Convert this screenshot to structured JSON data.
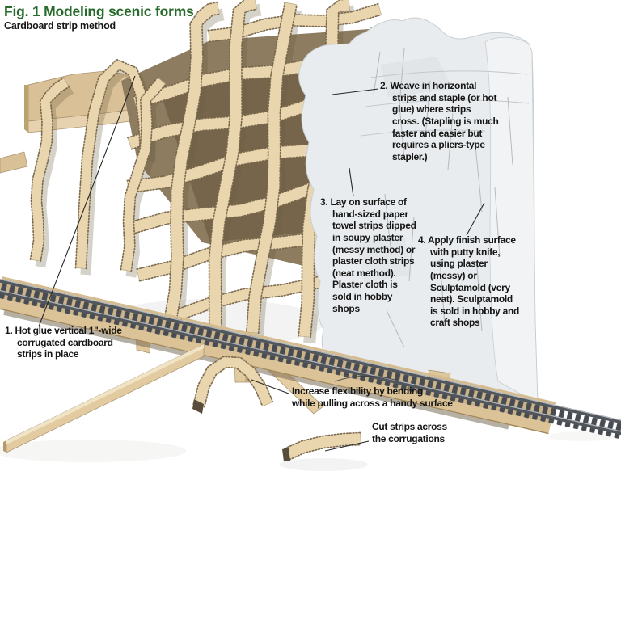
{
  "figure": {
    "title": "Fig. 1 Modeling scenic forms",
    "subtitle": "Cardboard strip method"
  },
  "annotations": {
    "step1": {
      "lines": [
        "1. Hot glue vertical 1\"-wide",
        "corrugated cardboard",
        "strips in place"
      ]
    },
    "step2": {
      "lines": [
        "2. Weave in horizontal",
        "strips and staple (or hot",
        "glue) where strips",
        "cross. (Stapling is much",
        "faster and easier but",
        "requires a pliers-type",
        "stapler.)"
      ]
    },
    "step3": {
      "lines": [
        "3. Lay on surface of",
        "hand-sized paper",
        "towel strips dipped",
        "in soupy plaster",
        "(messy method) or",
        "plaster cloth strips",
        "(neat method).",
        "Plaster cloth is",
        "sold in hobby",
        "shops"
      ]
    },
    "step4": {
      "lines": [
        "4. Apply finish surface",
        "with putty knife,",
        "using plaster",
        "(messy) or",
        "Sculptamold (very",
        "neat). Sculptamold",
        "is sold in hobby and",
        "craft shops"
      ]
    },
    "flex_note": {
      "lines": [
        "Increase flexibility by bending",
        "while pulling across a handy surface"
      ]
    },
    "cut_note": {
      "lines": [
        "Cut strips across",
        "the corrugations"
      ]
    }
  },
  "colors": {
    "title_green": "#266b2b",
    "text_dark": "#161616",
    "cardboard": "#e9d6ae",
    "cardboard_edge": "#73634a",
    "board_tan": "#d9c096",
    "board_face": "#e6d2ae",
    "lattice_shadow": "#8d7c5f",
    "lattice_shadow_dark": "#6f5e44",
    "plaster": "#e9ecee",
    "plaster_crack": "#aeb5ba",
    "finish_surface": "#f2f4f5",
    "rail_gray": "#51565c",
    "tie_dark": "#484c52",
    "roadbed_tan": "#dbc297",
    "leader": "#272727"
  }
}
